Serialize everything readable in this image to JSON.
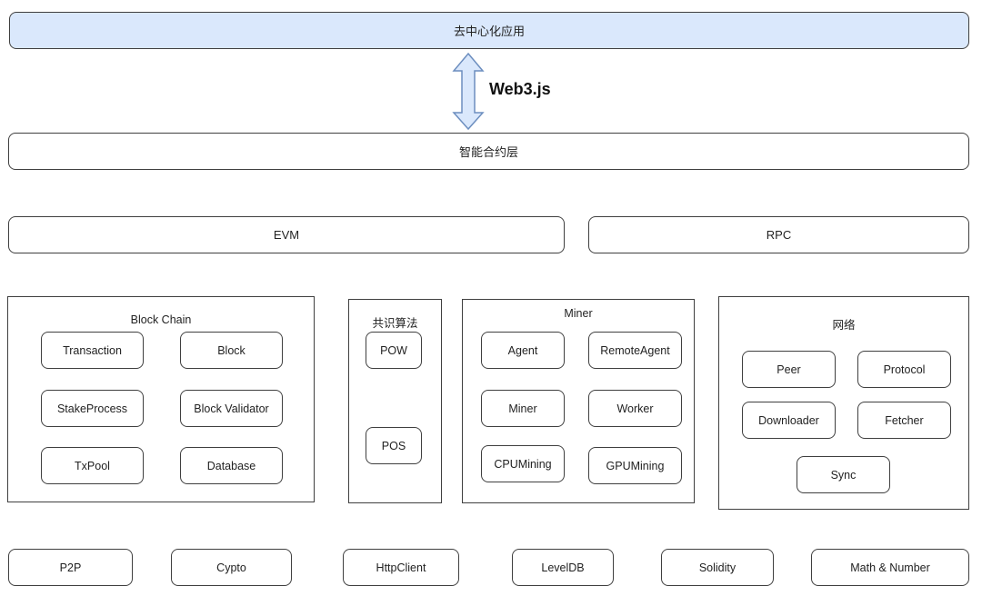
{
  "top_layer": {
    "label": "去中心化应用"
  },
  "connector": {
    "label": "Web3.js"
  },
  "contract_layer": {
    "label": "智能合约层"
  },
  "vm_row": {
    "evm": "EVM",
    "rpc": "RPC"
  },
  "block_chain": {
    "title": "Block Chain",
    "items": [
      "Transaction",
      "Block",
      "StakeProcess",
      "Block Validator",
      "TxPool",
      "Database"
    ]
  },
  "consensus": {
    "title": "共识算法",
    "items": [
      "POW",
      "POS"
    ]
  },
  "miner": {
    "title": "Miner",
    "items": [
      "Agent",
      "RemoteAgent",
      "Miner",
      "Worker",
      "CPUMining",
      "GPUMining"
    ]
  },
  "network": {
    "title": "网络",
    "items": [
      "Peer",
      "Protocol",
      "Downloader",
      "Fetcher",
      "Sync"
    ]
  },
  "base_row": {
    "items": [
      "P2P",
      "Cypto",
      "HttpClient",
      "LevelDB",
      "Solidity",
      "Math & Number"
    ]
  },
  "colors": {
    "top_fill": "#dae8fc",
    "stroke": "#3f3f3f",
    "arrow_fill": "#dae8fc",
    "arrow_stroke": "#6c8ebf"
  }
}
